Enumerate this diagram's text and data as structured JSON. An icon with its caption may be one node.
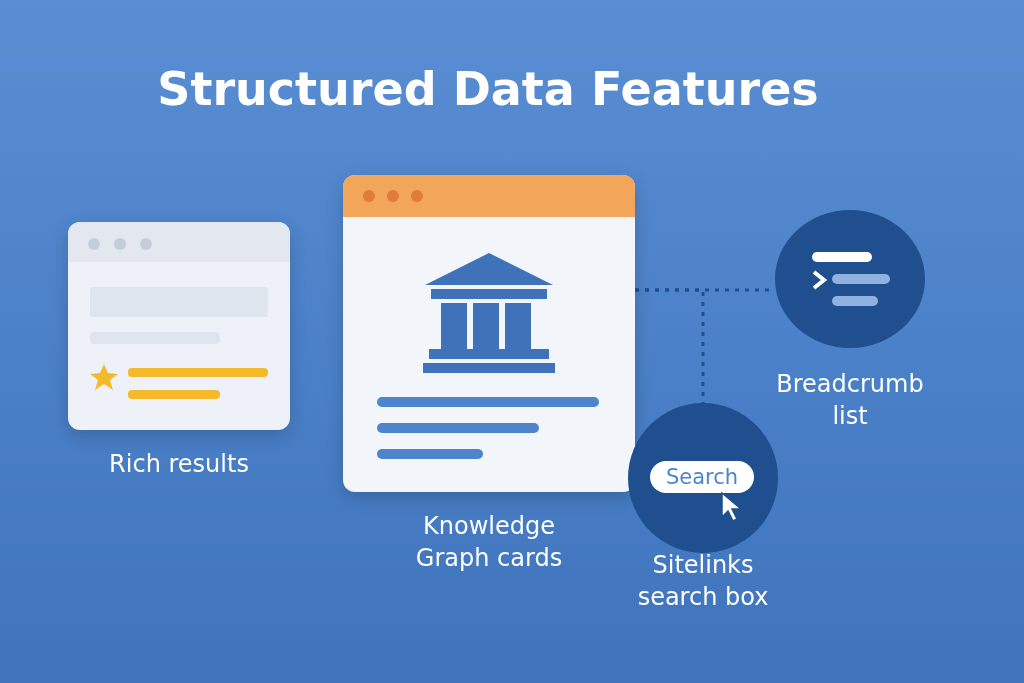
{
  "diagram": {
    "title": "Structured Data Features",
    "nodes": [
      {
        "text": [
          "Rich results"
        ]
      },
      {
        "text": [
          "Knowledge Graph cards"
        ]
      },
      {
        "text": [
          "Breadcrumb list"
        ]
      },
      {
        "text": [
          "Search",
          "Sitelinks search box"
        ]
      }
    ],
    "edges": [
      {
        "from": 1,
        "to": 2,
        "arrow": "none",
        "style": "dashed"
      },
      {
        "from": 1,
        "to": 3,
        "arrow": "none",
        "style": "dashed"
      }
    ]
  }
}
